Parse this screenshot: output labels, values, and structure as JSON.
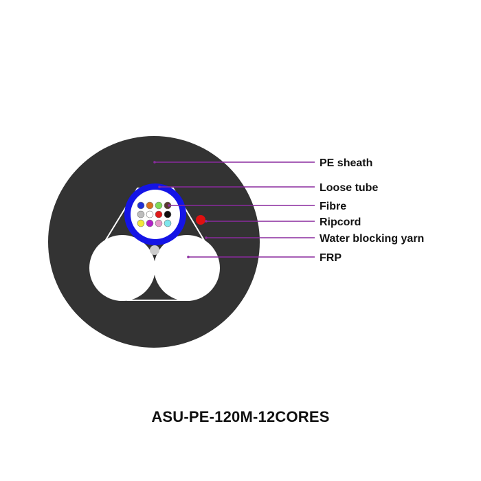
{
  "labels": {
    "pe_sheath": "PE sheath",
    "loose_tube": "Loose tube",
    "fibre": "Fibre",
    "ripcord": "Ripcord",
    "water_blocking_yarn": "Water blocking yarn",
    "frp": "FRP"
  },
  "caption": "ASU-PE-120M-12CORES",
  "colors": {
    "sheath": "#333333",
    "loose_tube": "#1414e6",
    "ripcord": "#e01010",
    "leader_line": "#8a2a9e",
    "frp": "#ffffff",
    "fibres": [
      "#1f2fd6",
      "#d9701f",
      "#7ed957",
      "#5a3a2e",
      "#bdbdbd",
      "#ffffff",
      "#e01a1a",
      "#111111",
      "#f2e83a",
      "#b322c9",
      "#e69ac9",
      "#7fe6ec"
    ]
  }
}
